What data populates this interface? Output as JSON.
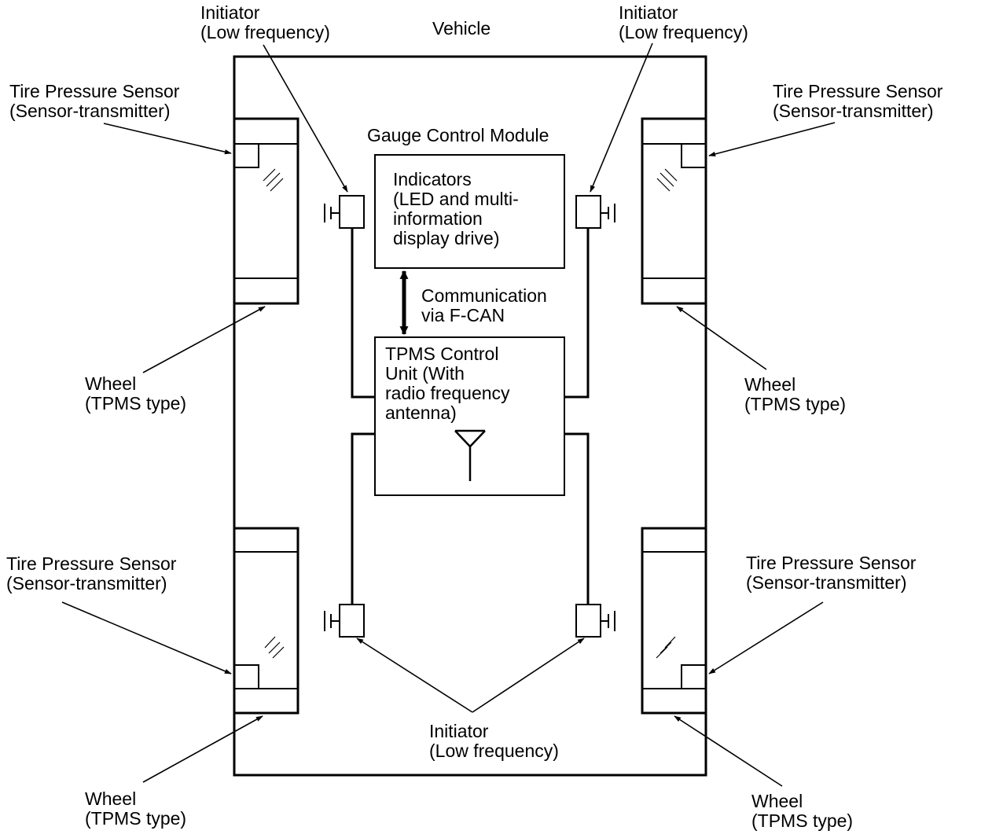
{
  "vehicle_label": "Vehicle",
  "gauge_module": {
    "title": "Gauge Control Module",
    "box_lines": [
      "Indicators",
      "(LED and multi-",
      "information",
      "display drive)"
    ]
  },
  "communication": [
    "Communication",
    "via F-CAN"
  ],
  "tpms_unit": [
    "TPMS Control",
    "Unit (With",
    "radio frequency",
    "antenna)"
  ],
  "initiator_top_left": [
    "Initiator",
    "(Low frequency)"
  ],
  "initiator_top_right": [
    "Initiator",
    "(Low frequency)"
  ],
  "initiator_bottom": [
    "Initiator",
    "(Low frequency)"
  ],
  "sensor_top_left": [
    "Tire Pressure Sensor",
    "(Sensor-transmitter)"
  ],
  "sensor_top_right": [
    "Tire Pressure Sensor",
    "(Sensor-transmitter)"
  ],
  "sensor_bottom_left": [
    "Tire Pressure Sensor",
    "(Sensor-transmitter)"
  ],
  "sensor_bottom_right": [
    "Tire Pressure Sensor",
    "(Sensor-transmitter)"
  ],
  "wheel_top_left": [
    "Wheel",
    "(TPMS type)"
  ],
  "wheel_top_right": [
    "Wheel",
    "(TPMS type)"
  ],
  "wheel_bottom_left": [
    "Wheel",
    "(TPMS type)"
  ],
  "wheel_bottom_right": [
    "Wheel",
    "(TPMS type)"
  ]
}
